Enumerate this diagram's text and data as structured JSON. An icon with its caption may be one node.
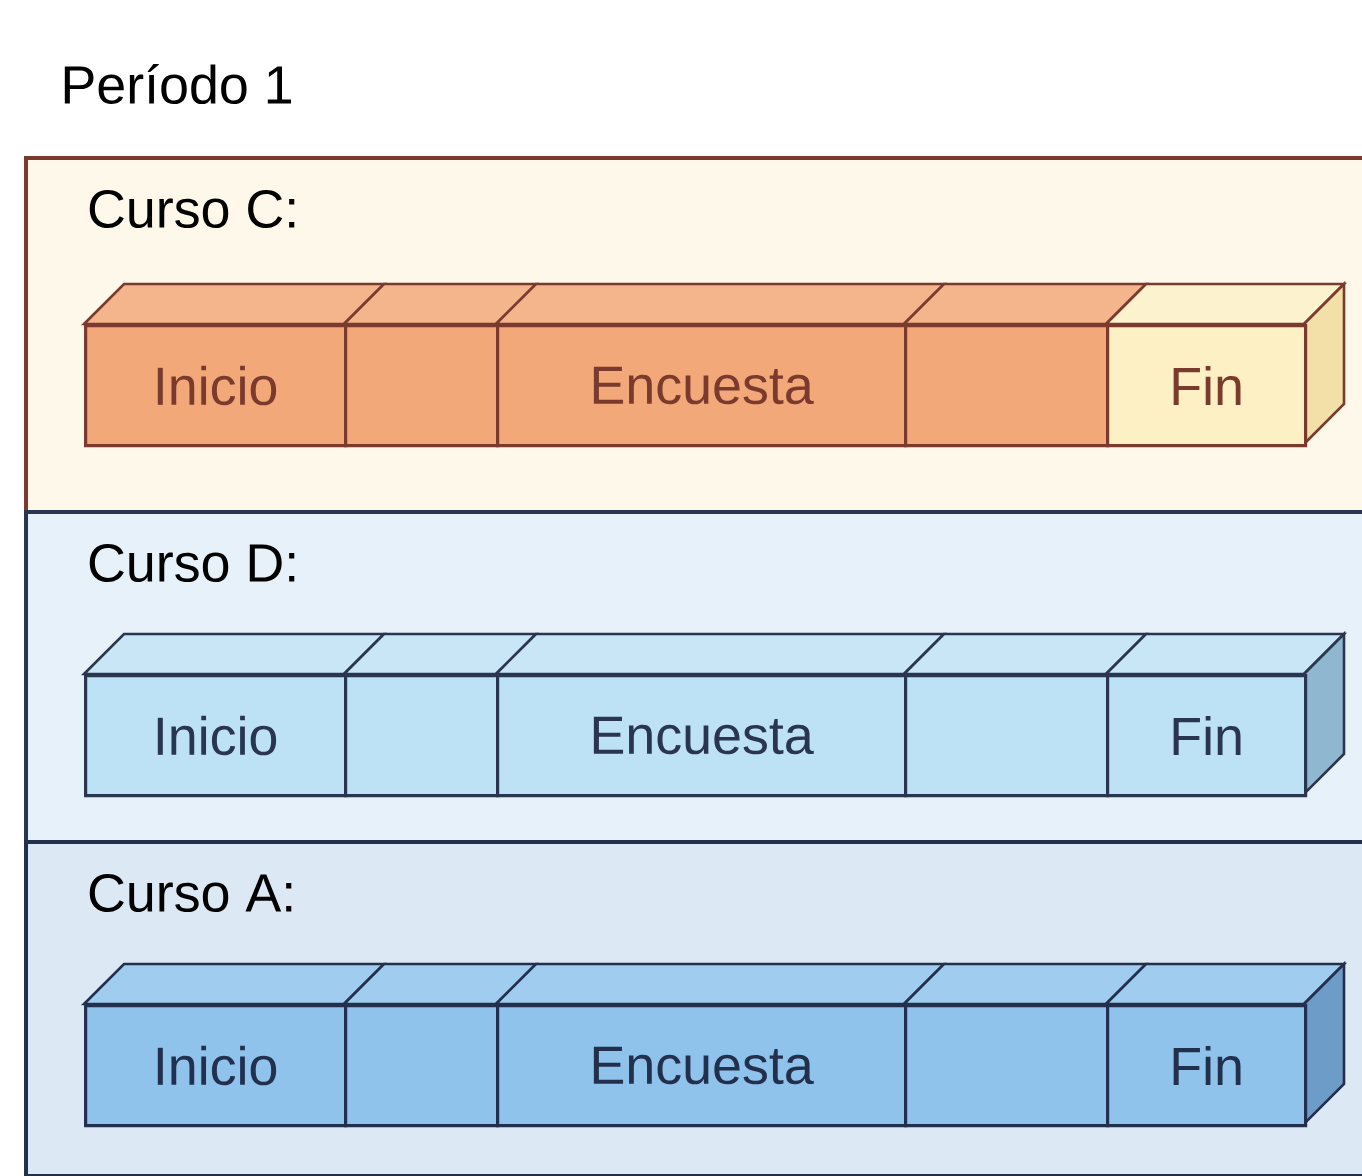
{
  "diagram": {
    "title": "Período 1",
    "nodes": [
      {
        "text": [
          "Curso C:"
        ]
      },
      {
        "text": [
          "Inicio"
        ],
        "in": 0
      },
      {
        "text": [],
        "shape": "box",
        "in": 0
      },
      {
        "text": [
          "Encuesta"
        ],
        "in": 0
      },
      {
        "text": [],
        "shape": "box",
        "in": 0
      },
      {
        "text": [
          "Fin"
        ],
        "in": 0
      },
      {
        "text": [
          "Curso D:"
        ]
      },
      {
        "text": [
          "Inicio"
        ],
        "in": 6
      },
      {
        "text": [],
        "shape": "box",
        "in": 6
      },
      {
        "text": [
          "Encuesta"
        ],
        "in": 6
      },
      {
        "text": [],
        "shape": "box",
        "in": 6
      },
      {
        "text": [
          "Fin"
        ],
        "in": 6
      },
      {
        "text": [
          "Curso A:"
        ]
      },
      {
        "text": [
          "Inicio"
        ],
        "in": 12
      },
      {
        "text": [],
        "shape": "box",
        "in": 12
      },
      {
        "text": [
          "Encuesta"
        ],
        "in": 12
      },
      {
        "text": [],
        "shape": "box",
        "in": 12
      },
      {
        "text": [
          "Fin"
        ],
        "in": 12
      }
    ],
    "edges": []
  }
}
